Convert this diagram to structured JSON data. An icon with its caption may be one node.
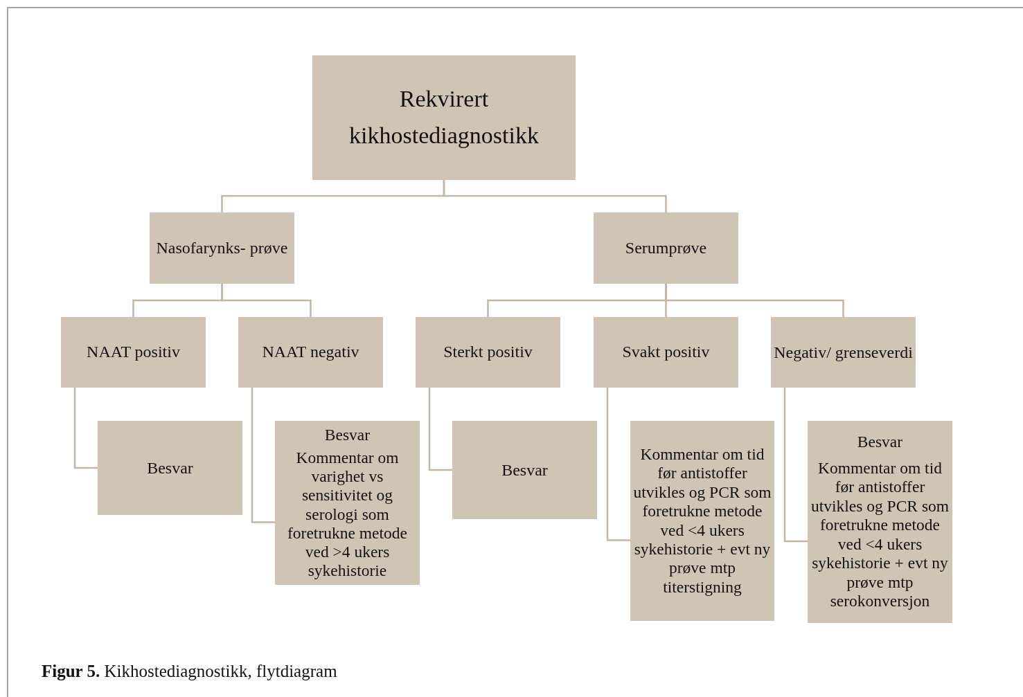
{
  "diagram": {
    "caption": "**Figur 5.** Kikhostediagnostikk, flytdiagram",
    "nodes": [
      {
        "text": [
          "Rekvirert kikhostediagnostikk"
        ]
      },
      {
        "text": [
          "Nasofarynks- prøve"
        ]
      },
      {
        "text": [
          "Serumprøve"
        ]
      },
      {
        "text": [
          "NAAT positiv"
        ]
      },
      {
        "text": [
          "NAAT negativ"
        ]
      },
      {
        "text": [
          "Sterkt positiv"
        ]
      },
      {
        "text": [
          "Svakt positiv"
        ]
      },
      {
        "text": [
          "Negativ/ grenseverdi"
        ]
      },
      {
        "text": [
          "Besvar"
        ]
      },
      {
        "text": [
          "Besvar",
          "Kommentar om varighet vs sensitivitet og serologi som foretrukne metode ved >4 ukers sykehistorie"
        ]
      },
      {
        "text": [
          "Besvar"
        ]
      },
      {
        "text": [
          "Kommentar om tid før antistoffer utvikles og PCR som foretrukne metode ved <4 ukers sykehistorie + evt ny prøve mtp titerstigning"
        ]
      },
      {
        "text": [
          "Besvar",
          "Kommentar om tid før antistoffer utvikles og PCR som foretrukne metode ved <4 ukers sykehistorie + evt ny prøve mtp serokonversjon"
        ]
      }
    ],
    "edges": [
      {
        "from": 0,
        "to": 1,
        "arrow": "none"
      },
      {
        "from": 0,
        "to": 2,
        "arrow": "none"
      },
      {
        "from": 1,
        "to": 3,
        "arrow": "none"
      },
      {
        "from": 1,
        "to": 4,
        "arrow": "none"
      },
      {
        "from": 2,
        "to": 5,
        "arrow": "none"
      },
      {
        "from": 2,
        "to": 6,
        "arrow": "none"
      },
      {
        "from": 2,
        "to": 7,
        "arrow": "none"
      },
      {
        "from": 3,
        "to": 8,
        "arrow": "none"
      },
      {
        "from": 4,
        "to": 9,
        "arrow": "none"
      },
      {
        "from": 5,
        "to": 10,
        "arrow": "none"
      },
      {
        "from": 6,
        "to": 11,
        "arrow": "none"
      },
      {
        "from": 7,
        "to": 12,
        "arrow": "none"
      }
    ]
  }
}
